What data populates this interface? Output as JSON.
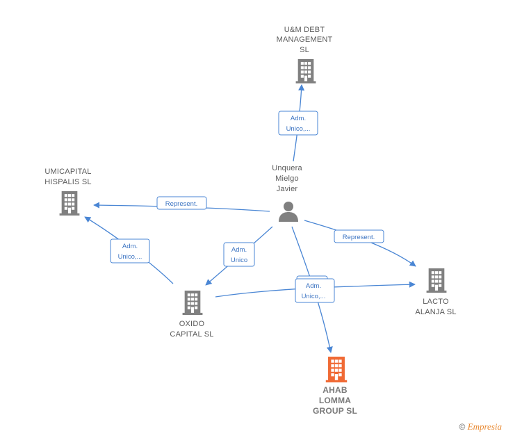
{
  "colors": {
    "edge": "#4a86d4",
    "node": "#808080",
    "focus": "#f06a35"
  },
  "nodes": {
    "um_debt": {
      "lines": [
        "U&M DEBT",
        "MANAGEMENT",
        "SL"
      ],
      "icon": "building-icon"
    },
    "umicapital": {
      "lines": [
        "UMICAPITAL",
        "HISPALIS  SL"
      ],
      "icon": "building-icon"
    },
    "person": {
      "lines": [
        "Unquera",
        "Mielgo",
        "Javier"
      ],
      "icon": "person-icon"
    },
    "oxido": {
      "lines": [
        "OXIDO",
        "CAPITAL  SL"
      ],
      "icon": "building-icon"
    },
    "lacto": {
      "lines": [
        "LACTO",
        "ALANJA  SL"
      ],
      "icon": "building-icon"
    },
    "ahab": {
      "lines": [
        "AHAB",
        "LOMMA",
        "GROUP  SL"
      ],
      "icon": "building-icon"
    }
  },
  "edges": {
    "e1": [
      "Adm.",
      "Unico,..."
    ],
    "e2": [
      "Represent."
    ],
    "e3": [
      "Adm.",
      "Unico,..."
    ],
    "e4": [
      "Adm.",
      "Unico"
    ],
    "e5": [
      "Represent."
    ],
    "e6": [
      "Adm.",
      "Unico,..."
    ]
  },
  "footer": {
    "copyright": "©",
    "brand": "Empresia"
  }
}
